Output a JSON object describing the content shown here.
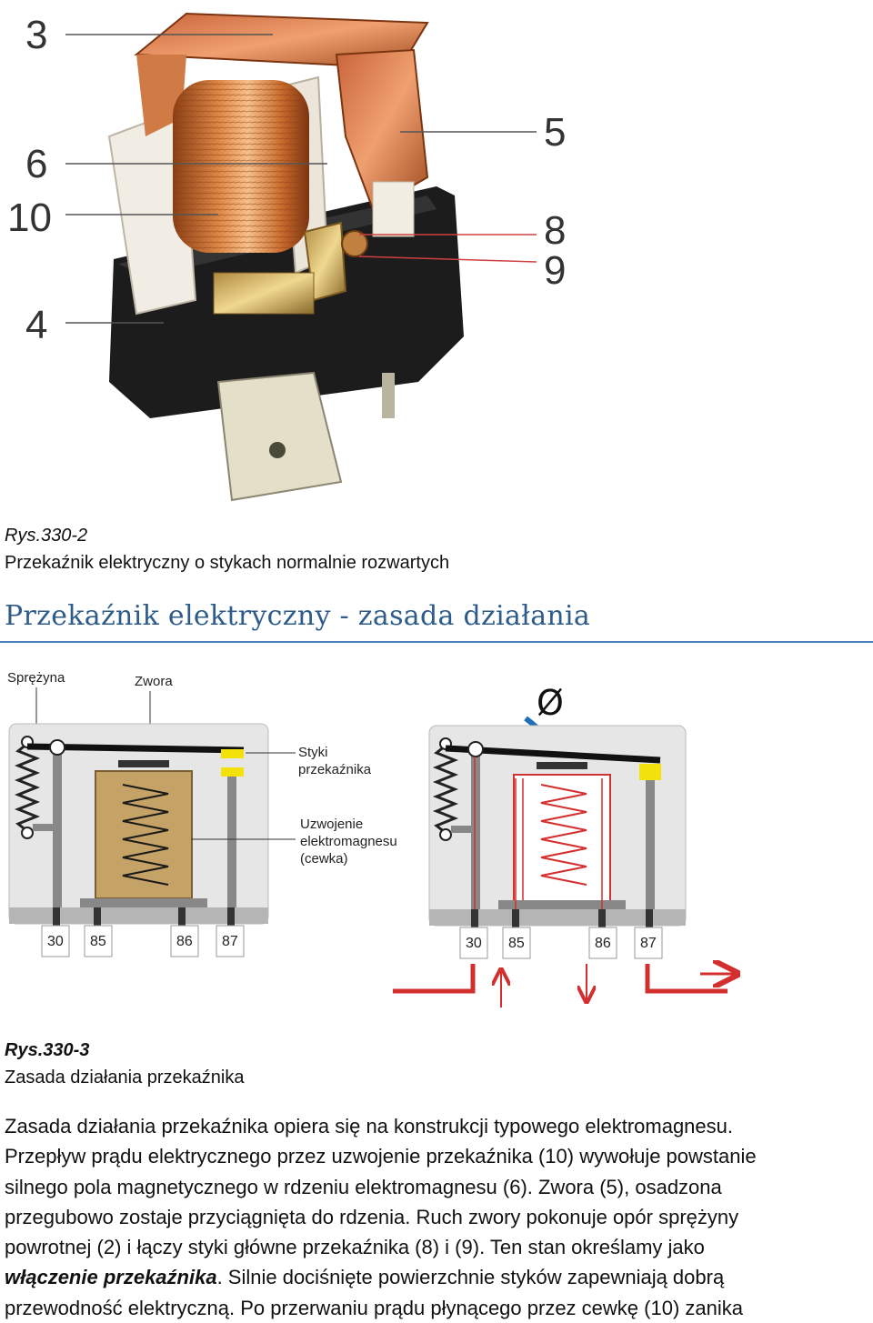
{
  "photo": {
    "callouts": [
      "3",
      "6",
      "10",
      "4",
      "5",
      "8",
      "9"
    ]
  },
  "figure1": {
    "number": "Rys.330-2",
    "caption": "Przekaźnik elektryczny o stykach normalnie rozwartych"
  },
  "section": {
    "heading": "Przekaźnik elektryczny - zasada działania"
  },
  "diagram": {
    "labels": {
      "spring": "Sprężyna",
      "armature": "Zwora",
      "contacts_1": "Styki",
      "contacts_2": "przekaźnika",
      "coil_1": "Uzwojenie",
      "coil_2": "elektromagnesu",
      "coil_3": "(cewka)",
      "no_current": "Ø"
    },
    "terminals": [
      "30",
      "85",
      "86",
      "87"
    ]
  },
  "figure2": {
    "number": "Rys.330-3",
    "caption": "Zasada działania przekaźnika"
  },
  "body": {
    "lines": [
      "Zasada działania przekaźnika opiera się na konstrukcji typowego elektromagnesu.",
      "Przepływ prądu elektrycznego przez uzwojenie przekaźnika (10) wywołuje powstanie",
      "silnego pola magnetycznego w rdzeniu elektromagnesu (6). Zwora (5), osadzona",
      "przegubowo zostaje przyciągnięta do rdzenia. Ruch zwory pokonuje opór sprężyny",
      "powrotnej (2) i łączy styki główne przekaźnika (8) i (9). Ten stan określamy jako"
    ],
    "line6_bold": "włączenie przekaźnika",
    "line6_rest": ". Silnie dociśnięte powierzchnie styków zapewniają dobrą",
    "line7": "przewodność elektryczną. Po przerwaniu prądu płynącego przez cewkę (10) zanika"
  }
}
